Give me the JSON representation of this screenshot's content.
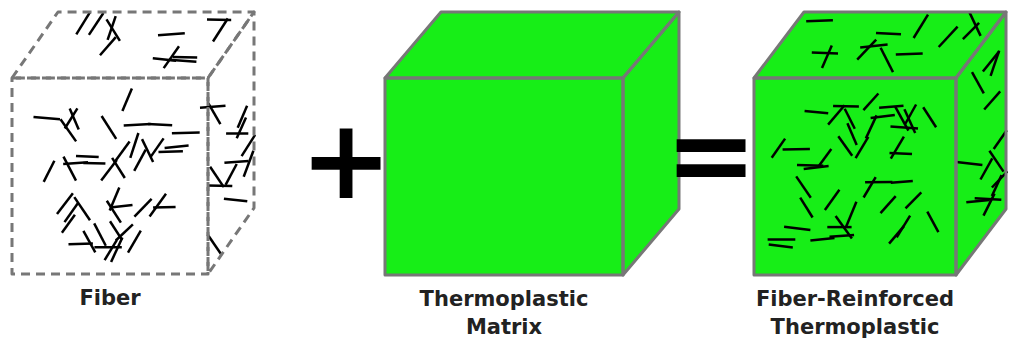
{
  "diagram": {
    "nodes": [
      {
        "text": [
          "Fiber"
        ]
      },
      {
        "text": [
          "Thermoplastic Matrix"
        ]
      },
      {
        "text": [
          "Fiber-Reinforced Thermoplastic"
        ]
      }
    ],
    "labels": [
      "+",
      "="
    ]
  }
}
